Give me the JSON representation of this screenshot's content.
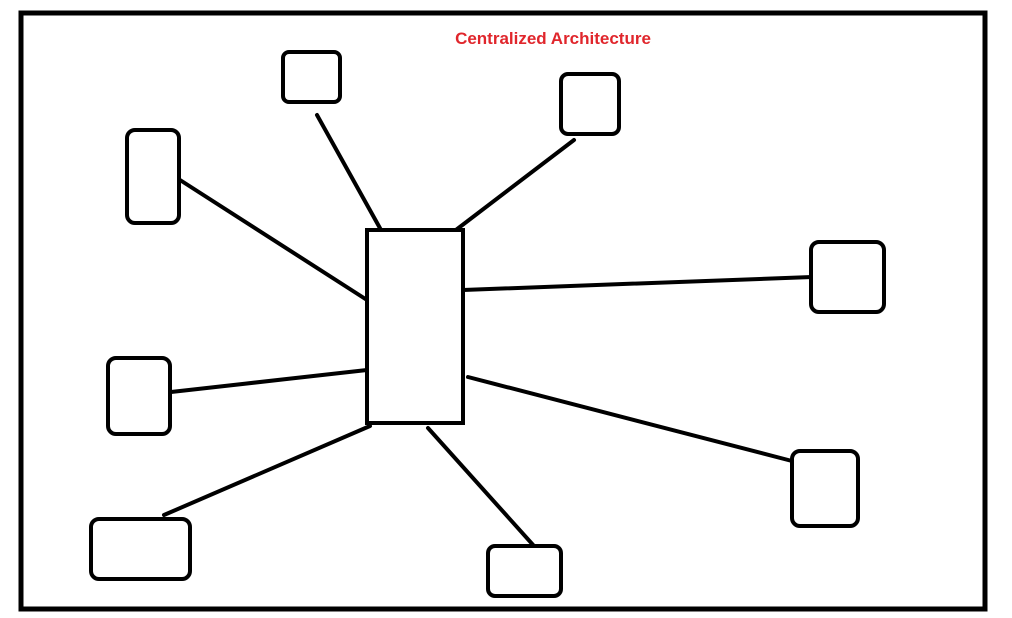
{
  "diagram": {
    "title": "Centralized Architecture",
    "title_color": "#e0262c",
    "stroke_color": "#000000",
    "hub": {
      "name": "central-server-box"
    },
    "nodes": [
      {
        "name": "node-top"
      },
      {
        "name": "node-top-right"
      },
      {
        "name": "node-upper-left"
      },
      {
        "name": "node-right"
      },
      {
        "name": "node-left"
      },
      {
        "name": "node-lower-right"
      },
      {
        "name": "node-bottom-left"
      },
      {
        "name": "node-bottom"
      }
    ]
  }
}
